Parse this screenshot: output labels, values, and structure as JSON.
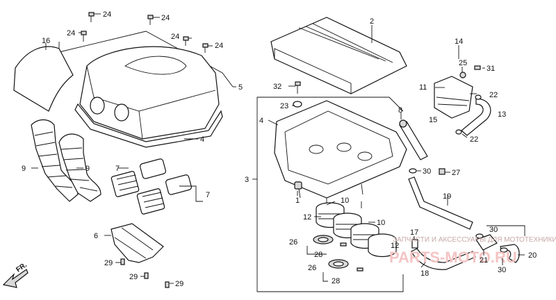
{
  "diagram": {
    "callouts": {
      "c24a": "24",
      "c24b": "24",
      "c24c": "24",
      "c24d": "24",
      "c24e": "24",
      "c16": "16",
      "c5": "5",
      "c4a": "4",
      "c9a": "9",
      "c9b": "9",
      "c7a": "7",
      "c7b": "7",
      "c6": "6",
      "c29a": "29",
      "c29b": "29",
      "c29c": "29",
      "c2": "2",
      "c14": "14",
      "c25": "25",
      "c31": "31",
      "c11": "11",
      "c22a": "22",
      "c13": "13",
      "c15": "15",
      "c22b": "22",
      "c32": "32",
      "c23": "23",
      "c8": "8",
      "c4b": "4",
      "c3": "3",
      "c30a": "30",
      "c27": "27",
      "c1": "1",
      "c10a": "10",
      "c12a": "12",
      "c19": "19",
      "c10b": "10",
      "c17": "17",
      "c30b": "30",
      "c26a": "26",
      "c28a": "28",
      "c12b": "12",
      "c21": "21",
      "c20": "20",
      "c26b": "26",
      "c28b": "28",
      "c18": "18",
      "c30c": "30"
    },
    "direction_label": "FR.",
    "watermark": {
      "caption": "ЗАПЧАСТИ И АКСЕССУАРЫ ДЛЯ МОТОТЕХНИКИ",
      "logo": "PARTS-MOTO.RU"
    }
  }
}
